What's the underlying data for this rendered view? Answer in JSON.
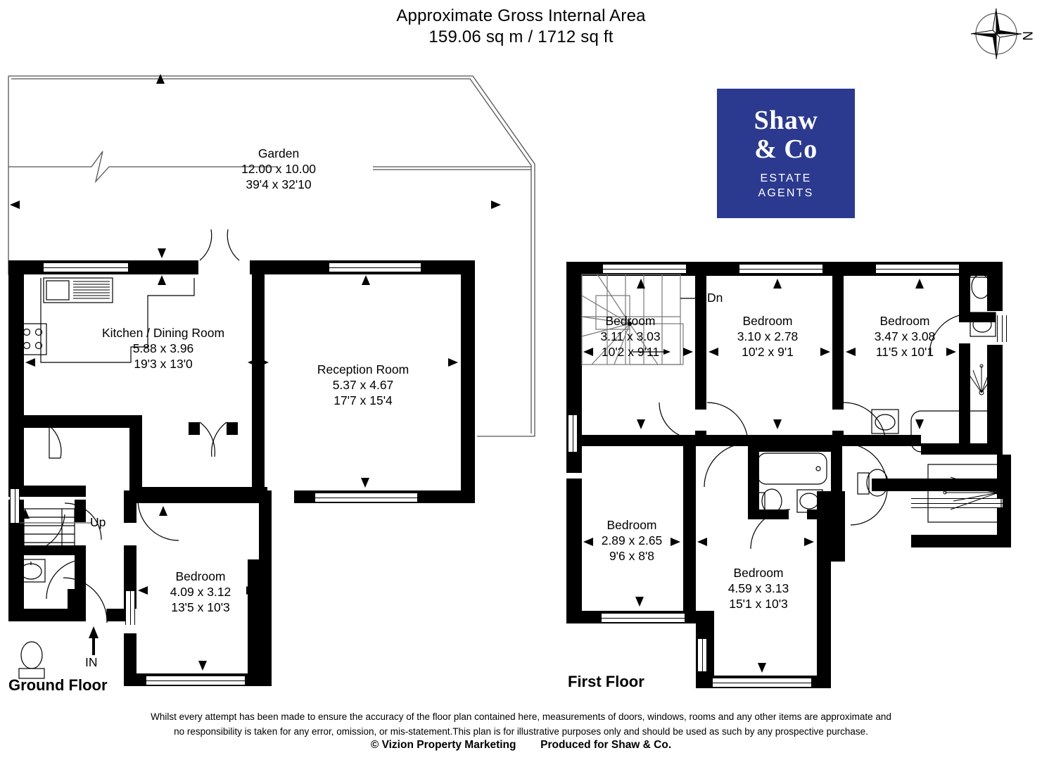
{
  "header": {
    "line1": "Approximate Gross Internal Area",
    "line2": "159.06 sq m / 1712 sq ft"
  },
  "compass": {
    "north_label": "N",
    "icon": "compass-rose-icon"
  },
  "logo": {
    "brand_line1": "Shaw",
    "brand_line2": "& Co",
    "sub_line1": "ESTATE",
    "sub_line2": "AGENTS",
    "background_color": "#2b3a8f",
    "text_color": "#ffffff"
  },
  "ground_floor": {
    "title": "Ground Floor",
    "entry_label": "IN",
    "stairs_label": "Up",
    "rooms": [
      {
        "name": "Garden",
        "metric": "12.00 x 10.00",
        "imperial": "39'4 x 32'10"
      },
      {
        "name": "Kitchen / Dining Room",
        "metric": "5.88 x 3.96",
        "imperial": "19'3 x 13'0"
      },
      {
        "name": "Reception Room",
        "metric": "5.37 x 4.67",
        "imperial": "17'7 x 15'4"
      },
      {
        "name": "Bedroom",
        "metric": "4.09 x 3.12",
        "imperial": "13'5 x 10'3"
      }
    ]
  },
  "first_floor": {
    "title": "First Floor",
    "stairs_label": "Dn",
    "rooms": [
      {
        "name": "Bedroom",
        "metric": "3.11 x 3.03",
        "imperial": "10'2 x 9'11"
      },
      {
        "name": "Bedroom",
        "metric": "3.10 x 2.78",
        "imperial": "10'2 x 9'1"
      },
      {
        "name": "Bedroom",
        "metric": "3.47 x 3.08",
        "imperial": "11'5 x 10'1"
      },
      {
        "name": "Bedroom",
        "metric": "2.89 x 2.65",
        "imperial": "9'6 x 8'8"
      },
      {
        "name": "Bedroom",
        "metric": "4.59 x 3.13",
        "imperial": "15'1 x 10'3"
      }
    ]
  },
  "footer": {
    "disclaimer_line1": "Whilst every attempt has been made to ensure the accuracy of the floor plan contained here, measurements of doors, windows, rooms and any other items are approximate and",
    "disclaimer_line2": "no responsibility is taken for any error, omission, or mis-statement.This plan is for illustrative purposes only and should be used as such by any prospective purchase.",
    "copyright": "© Vizion Property Marketing",
    "produced_for": "Produced for Shaw & Co."
  }
}
